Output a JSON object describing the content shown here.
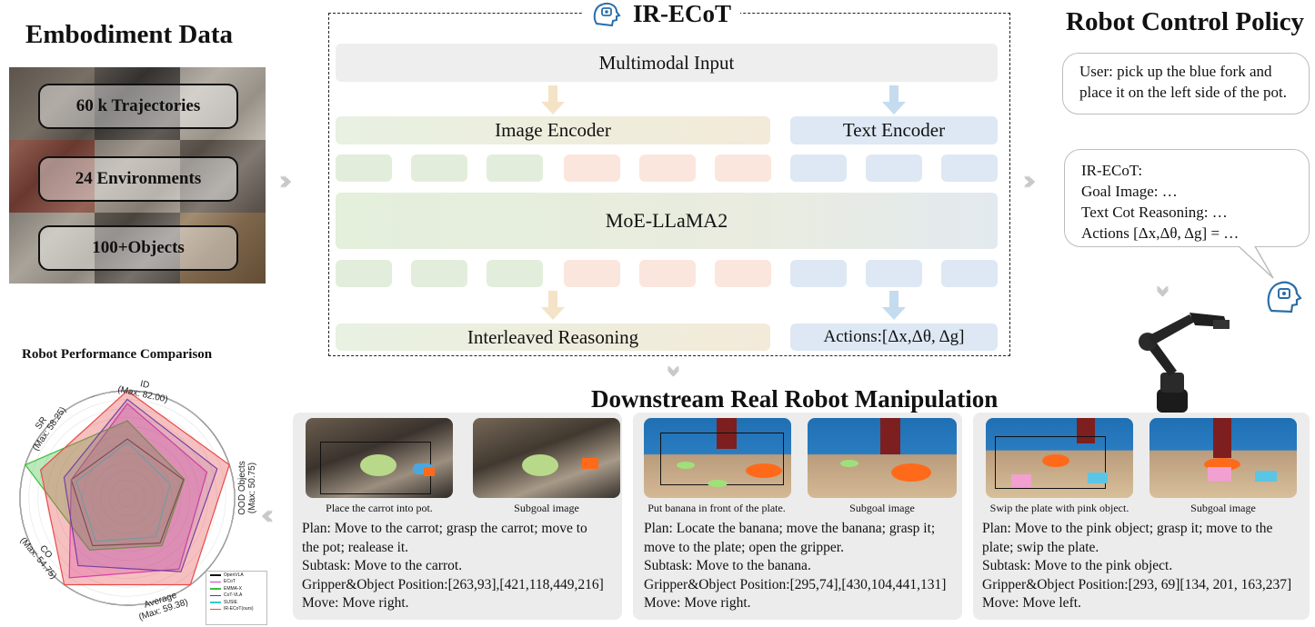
{
  "embodiment": {
    "title": "Embodiment Data",
    "pills": [
      "60 k Trajectories",
      "24 Environments",
      "100+Objects"
    ]
  },
  "irecot": {
    "title": "IR-ECoT",
    "multimodal_input": "Multimodal Input",
    "image_encoder": "Image Encoder",
    "text_encoder": "Text Encoder",
    "llm": "MoE-LLaMA2",
    "interleaved": "Interleaved Reasoning",
    "actions": "Actions:[Δx,Δθ, Δg]"
  },
  "policy": {
    "title": "Robot Control Policy",
    "user_line1": "User: pick up the blue fork and",
    "user_line2": "place it on the left side of the pot.",
    "resp": [
      "IR-ECoT:",
      "Goal Image: …",
      "Text Cot Reasoning: …",
      "Actions [Δx,Δθ, Δg] = …"
    ]
  },
  "downstream": {
    "title": "Downstream Real Robot Manipulation",
    "panels": [
      {
        "cap_left": "Place the carrot into pot.",
        "cap_right": "Subgoal image",
        "lines": [
          "Plan: Move to the carrot; grasp the carrot; move to",
          "the pot; realease it.",
          "Subtask: Move to the carrot.",
          "Gripper&Object Position:[263,93],[421,118,449,216]",
          "Move: Move right."
        ]
      },
      {
        "cap_left": "Put banana in front of the plate.",
        "cap_right": "Subgoal image",
        "lines": [
          "Plan: Locate the banana; move the banana; grasp it;",
          "move to the plate; open the gripper.",
          "Subtask: Move to the banana.",
          "Gripper&Object Position:[295,74],[430,104,441,131]",
          "Move: Move right."
        ]
      },
      {
        "cap_left": "Swip the plate with pink object.",
        "cap_right": "Subgoal image",
        "lines": [
          "Plan: Move to the pink object; grasp it; move to the",
          "plate; swip the plate.",
          "Subtask: Move to the pink object.",
          "Gripper&Object Position:[293, 69][134, 201, 163,237]",
          "Move: Move left."
        ]
      }
    ]
  },
  "chart_data": {
    "type": "radar",
    "title": "Robot Performance Comparison",
    "axes": [
      {
        "name": "ID",
        "label": "(Max: 82.00)",
        "max": 82.0
      },
      {
        "name": "OOD Objects",
        "label": "(Max: 50.75)",
        "max": 50.75
      },
      {
        "name": "Average",
        "label": "(Max: 59.38)",
        "max": 59.38
      },
      {
        "name": "CO",
        "label": "(Max: 54.75)",
        "max": 54.75
      },
      {
        "name": "SR",
        "label": "(Max: 58.25)",
        "max": 58.25
      }
    ],
    "series": [
      {
        "name": "OpenVLA",
        "color": "#111111",
        "fill": "rgba(0,0,0,0.0)",
        "values": [
          0.55,
          0.55,
          0.52,
          0.55,
          0.55
        ]
      },
      {
        "name": "ECoT",
        "color": "#d23ad2",
        "fill": "rgba(210,58,210,0.28)",
        "values": [
          0.88,
          0.78,
          0.82,
          0.92,
          0.55
        ]
      },
      {
        "name": "EMMA-X",
        "color": "#3bbf3b",
        "fill": "rgba(59,191,59,0.35)",
        "values": [
          0.72,
          0.56,
          0.55,
          0.6,
          1.0
        ]
      },
      {
        "name": "CoT-VLA",
        "color": "#3b3bd2",
        "fill": "rgba(59,59,210,0.15)",
        "values": [
          0.92,
          0.88,
          0.85,
          0.78,
          0.62
        ]
      },
      {
        "name": "SUSIE",
        "color": "#39c6cf",
        "fill": "rgba(57,198,207,0.0)",
        "values": [
          0.52,
          0.42,
          0.45,
          0.5,
          0.5
        ]
      },
      {
        "name": "IR-ECoT(ours)",
        "color": "#e84a4a",
        "fill": "rgba(232,74,74,0.35)",
        "values": [
          1.0,
          1.0,
          1.0,
          1.0,
          0.85
        ]
      }
    ]
  }
}
